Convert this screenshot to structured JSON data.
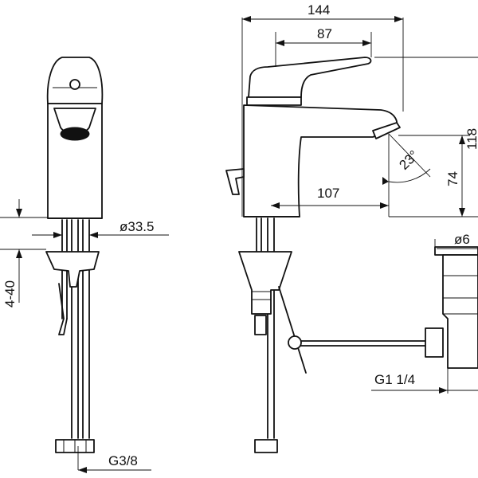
{
  "diagram": {
    "kind": "technical drawing, single-lever basin mixer",
    "colors": {
      "ink": "#111111",
      "paper": "#ffffff"
    },
    "dimensions": {
      "overall_length": "144",
      "spout_reach_top": "87",
      "spout_reach_bottom": "107",
      "spout_height": "74",
      "total_height": "118",
      "spout_angle": "23°",
      "base_diameter": "ø33.5",
      "waste_diameter": "ø6",
      "mounting_thickness": "4-40",
      "supply_thread": "G3/8",
      "waste_thread": "G1 1/4"
    }
  }
}
